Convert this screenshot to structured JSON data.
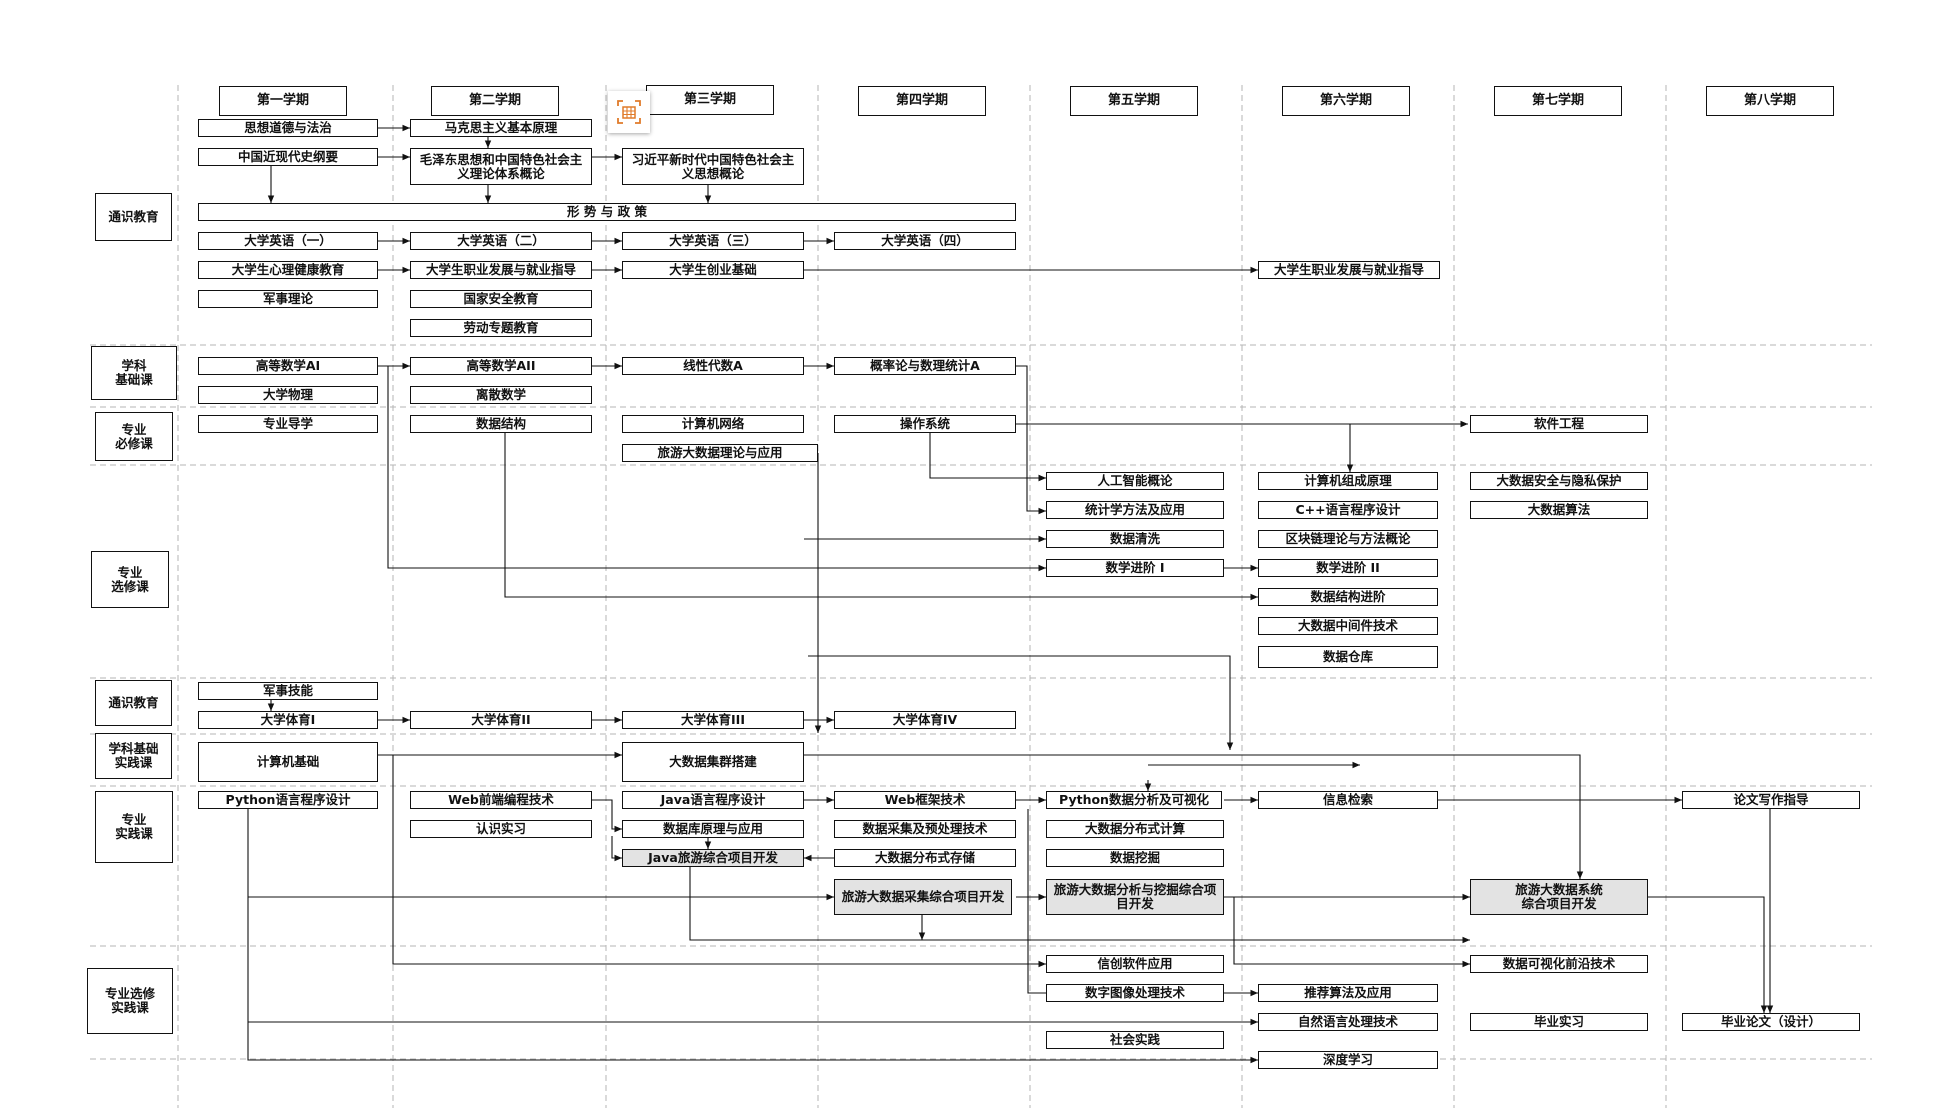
{
  "semesters": [
    "第一学期",
    "第二学期",
    "第三学期",
    "第四学期",
    "第五学期",
    "第六学期",
    "第七学期",
    "第八学期"
  ],
  "categories": [
    "通识教育",
    "学科\n基础课",
    "专业\n必修课",
    "专业\n选修课",
    "通识教育",
    "学科基础\n实践课",
    "专业\n实践课",
    "专业选修\n实践课"
  ],
  "courses": {
    "c1": "思想道德与法治",
    "c2": "中国近现代史纲要",
    "c3": "大学英语（一）",
    "c4": "大学生心理健康教育",
    "c5": "军事理论",
    "c6": "马克思主义基本原理",
    "c7": "毛泽东思想和中国特色社会主\n义理论体系概论",
    "c8": "大学英语（二）",
    "c9": "大学生职业发展与就业指导",
    "c10": "国家安全教育",
    "c11": "劳动专题教育",
    "c12": "习近平新时代中国特色社会主\n义思想概论",
    "c13": "形 势 与 政 策",
    "c14": "大学英语（三）",
    "c15": "大学生创业基础",
    "c16": "大学英语（四）",
    "c17": "大学生职业发展与就业指导",
    "m1": "高等数学AI",
    "m2": "大学物理",
    "m3": "高等数学AII",
    "m4": "离散数学",
    "m5": "线性代数A",
    "m6": "概率论与数理统计A",
    "r1": "专业导学",
    "r2": "数据结构",
    "r3": "计算机网络",
    "r4": "旅游大数据理论与应用",
    "r5": "操作系统",
    "r6": "软件工程",
    "e1": "人工智能概论",
    "e2": "统计学方法及应用",
    "e3": "数据清洗",
    "e4": "数学进阶 I",
    "e5": "计算机组成原理",
    "e6": "C++语言程序设计",
    "e7": "区块链理论与方法概论",
    "e8": "数学进阶 II",
    "e9": "数据结构进阶",
    "e10": "大数据中间件技术",
    "e11": "数据仓库",
    "e12": "大数据安全与隐私保护",
    "e13": "大数据算法",
    "g1": "军事技能",
    "g2": "大学体育I",
    "g3": "大学体育II",
    "g4": "大学体育III",
    "g5": "大学体育IV",
    "s1": "计算机基础",
    "s2": "大数据集群搭建",
    "p1": "Python语言程序设计",
    "p2": "Web前端编程技术",
    "p3": "认识实习",
    "p4": "Java语言程序设计",
    "p5": "数据库原理与应用",
    "p6": "Java旅游综合项目开发",
    "p7": "Web框架技术",
    "p8": "数据采集及预处理技术",
    "p9": "大数据分布式存储",
    "p10": "旅游大数据采集综合项目开发",
    "p11": "Python数据分析及可视化",
    "p12": "大数据分布式计算",
    "p13": "数据挖掘",
    "p14": "旅游大数据分析与挖掘综合项\n目开发",
    "p15": "信息检索",
    "p16": "旅游大数据系统\n综合项目开发",
    "p17": "论文写作指导",
    "x1": "信创软件应用",
    "x2": "数字图像处理技术",
    "x3": "社会实践",
    "x4": "推荐算法及应用",
    "x5": "自然语言处理技术",
    "x6": "深度学习",
    "x7": "数据可视化前沿技术",
    "x8": "毕业实习",
    "x9": "毕业论文（设计）"
  },
  "toolbar": {
    "icon": "screenshot-table-icon"
  },
  "colors": {
    "border": "#111111",
    "highlight": "#e3e3e3",
    "grid": "#b5b5b5"
  }
}
